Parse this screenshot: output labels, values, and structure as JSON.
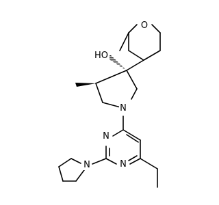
{
  "molecule": {
    "atom_labels": {
      "hydroxyl": "HO",
      "pyran_oxygen": "O",
      "piperidine_nitrogen": "N",
      "pyrimidine_n3": "N",
      "pyrimidine_n1": "N",
      "pyrrolidine_nitrogen": "N"
    },
    "colors": {
      "bond": "#000000",
      "label": "#000000",
      "background": "#ffffff"
    }
  }
}
